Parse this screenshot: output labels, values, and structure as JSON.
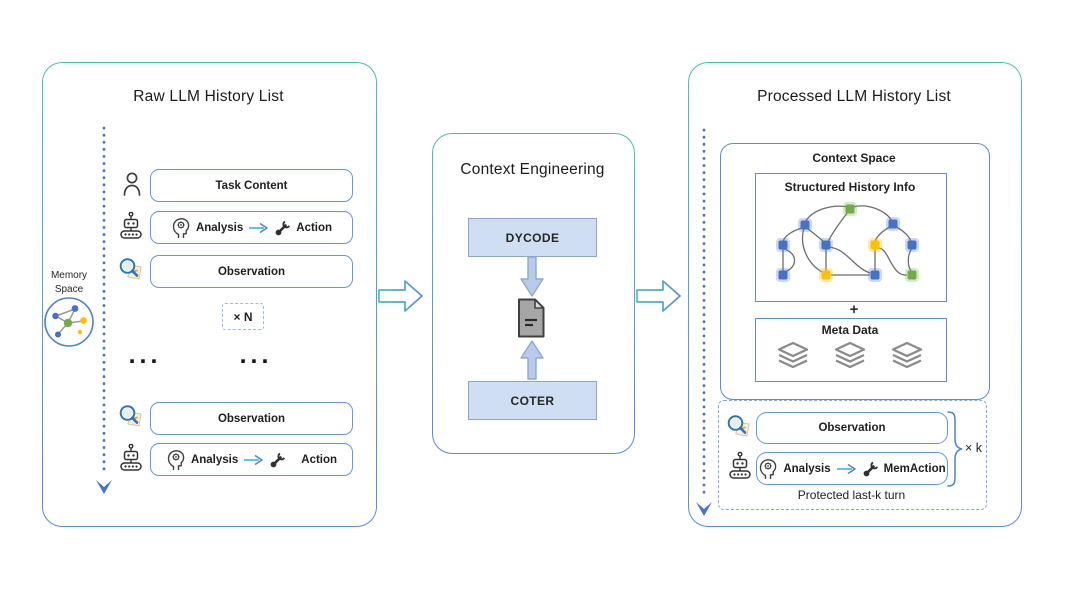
{
  "left_panel": {
    "title": "Raw LLM History List",
    "memory_space_label_1": "Memory",
    "memory_space_label_2": "Space",
    "row_task_label": "Task Content",
    "row_action_top": {
      "analysis": "Analysis",
      "action": "Action"
    },
    "row_observation_top_label": "Observation",
    "repeat_badge": "× N",
    "ellipsis_left": "...",
    "ellipsis_right": "...",
    "row_observation_bottom_label": "Observation",
    "row_action_bottom": {
      "analysis": "Analysis",
      "action": "Action"
    }
  },
  "middle_panel": {
    "title": "Context Engineering",
    "dycode_label": "DYCODE",
    "coter_label": "COTER"
  },
  "right_panel": {
    "title": "Processed LLM History List",
    "context_space": {
      "label": "Context Space",
      "structured_history_label": "Structured History Info",
      "plus": "+",
      "meta_data_label": "Meta Data"
    },
    "protected_block": {
      "observation_label": "Observation",
      "analysis": "Analysis",
      "mem_action": "MemAction",
      "caption": "Protected last-k turn",
      "repeat_badge": "× k"
    }
  },
  "colors": {
    "panel_border_top": "#4CC0AE",
    "panel_border_bottom": "#5B8DD9",
    "box_border_blue": "#6B95DD",
    "fill_light_blue": "#CFDEF2",
    "dotted_arrow_blue": "#4575CB",
    "node_blue": "#4472C4",
    "node_green": "#70AD47",
    "node_yellow": "#FFC000",
    "icon_gray": "#8A8A8A",
    "teal_arrow": "#3EB8CF"
  }
}
